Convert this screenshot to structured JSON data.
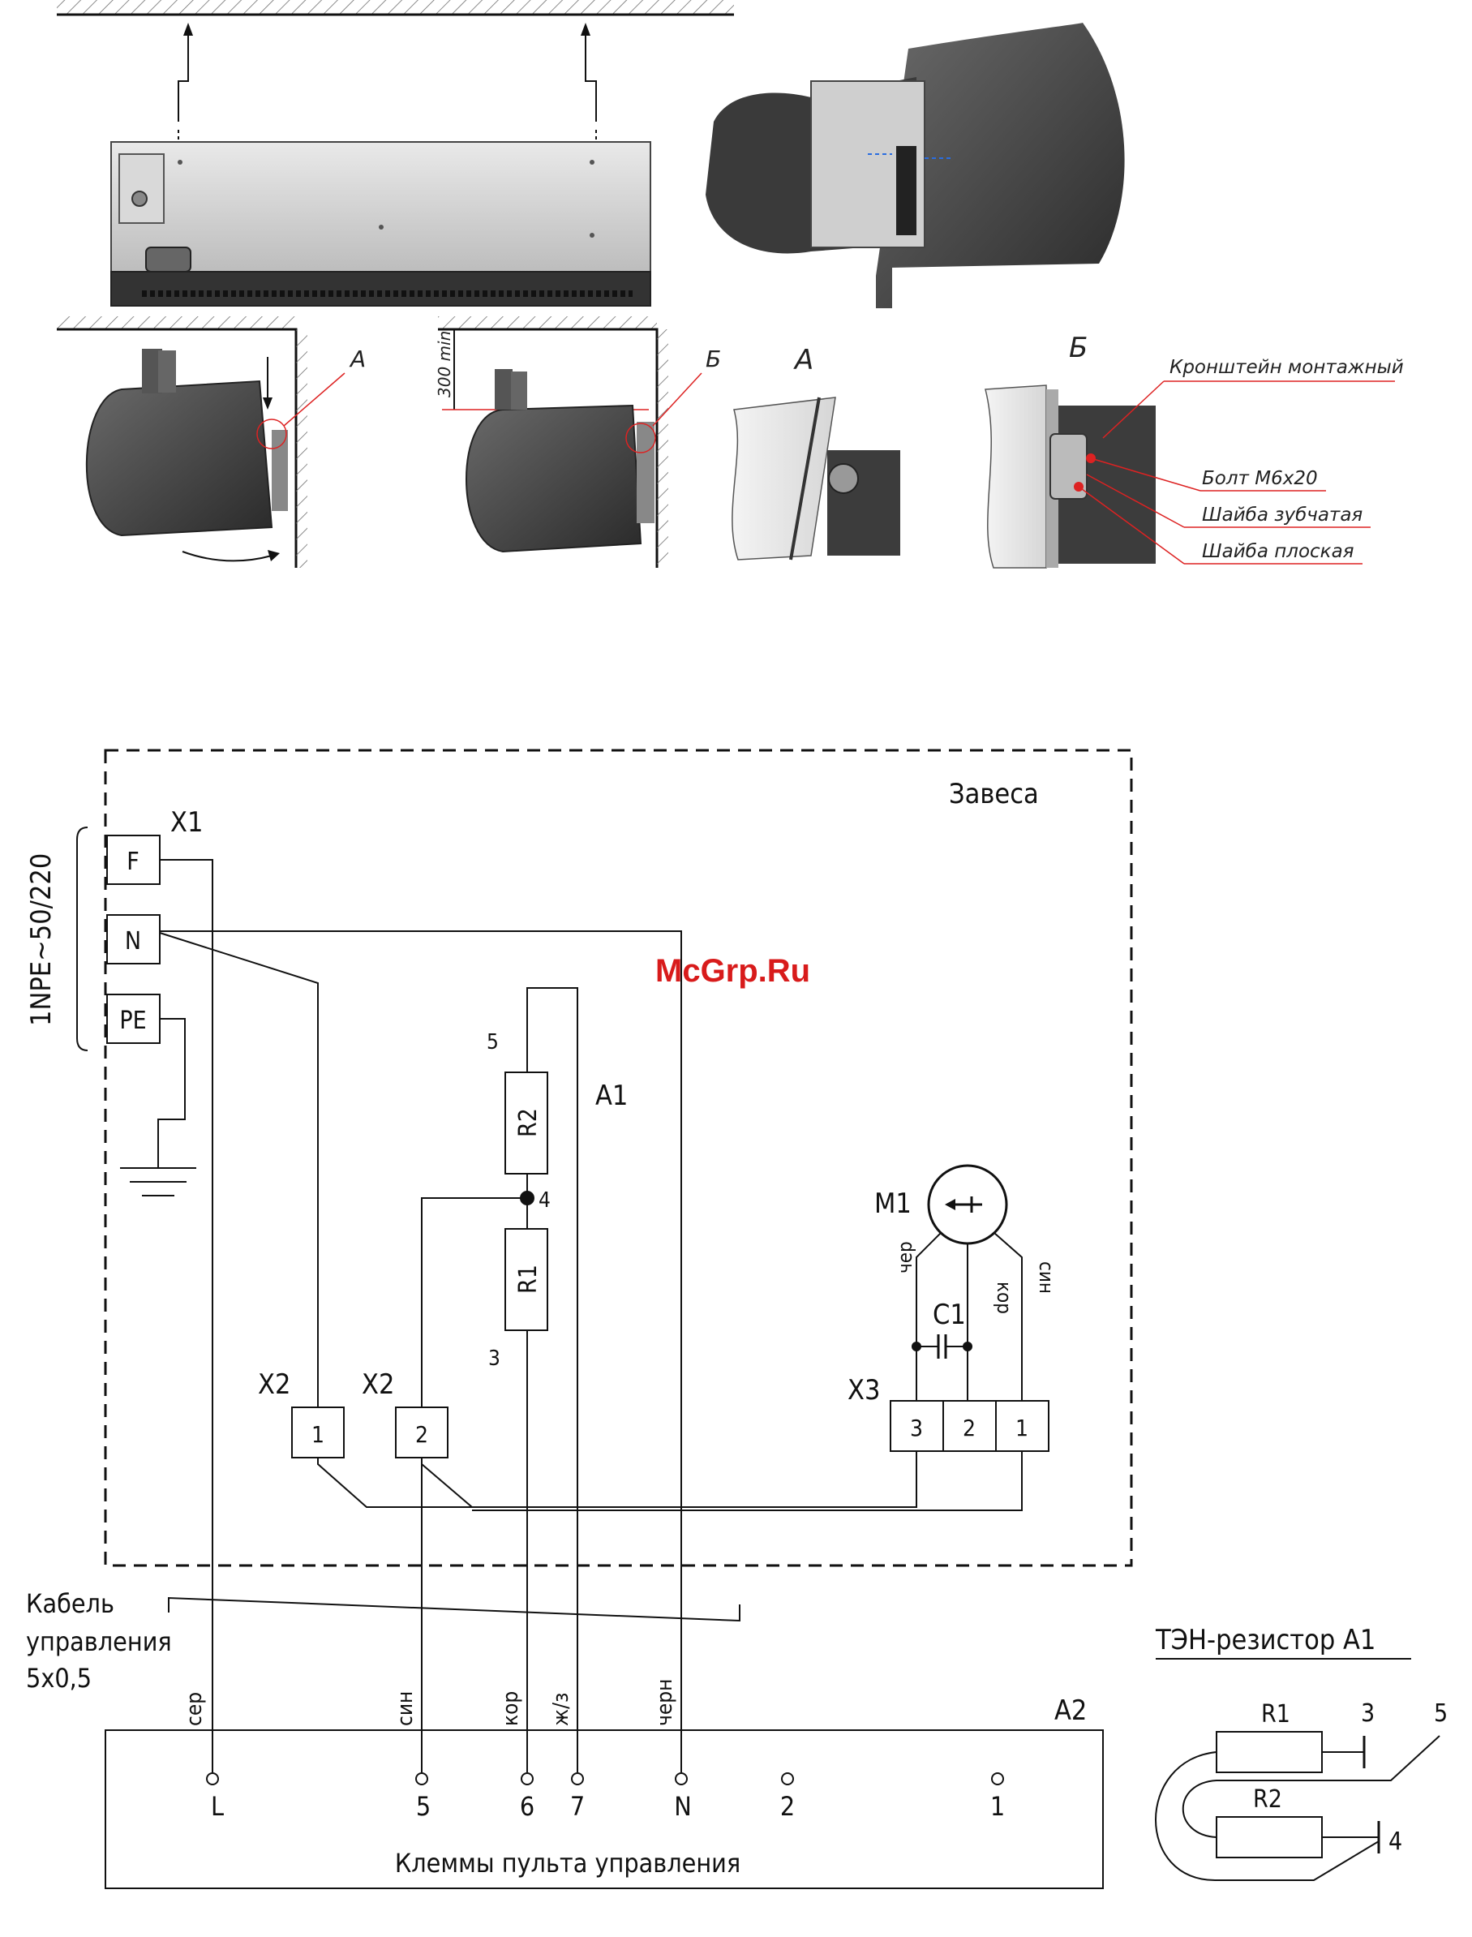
{
  "install": {
    "label_a": "А",
    "label_b": "Б",
    "detail_a_title": "А",
    "detail_b_title": "Б",
    "min_dim": "300 min",
    "callouts": [
      "Кронштейн монтажный",
      "Болт М6х20",
      "Шайба зубчатая",
      "Шайба плоская"
    ]
  },
  "watermark": "McGrp.Ru",
  "schematic": {
    "enclosure_label": "Завеса",
    "supply_label": "1NPE~50/220",
    "x1": {
      "label": "X1",
      "terminals": [
        "F",
        "N",
        "PE"
      ]
    },
    "x2a": {
      "label": "X2",
      "pin": "1"
    },
    "x2b": {
      "label": "X2",
      "pin": "2"
    },
    "a1": {
      "label": "A1",
      "r1": "R1",
      "r2": "R2",
      "node5": "5",
      "node4": "4",
      "node3": "3"
    },
    "m1": {
      "label": "M1",
      "wires": [
        "чер",
        "кор",
        "син"
      ]
    },
    "c1": {
      "label": "C1"
    },
    "x3": {
      "label": "X3",
      "pins": [
        "3",
        "2",
        "1"
      ]
    },
    "cable": [
      "Кабель",
      "управления",
      "5х0,5"
    ],
    "wire_colors": [
      "сер",
      "син",
      "кор",
      "ж/з",
      "черн"
    ],
    "a2": {
      "label": "A2",
      "terminals": [
        "L",
        "5",
        "6",
        "7",
        "N",
        "2",
        "1"
      ],
      "caption": "Клеммы пульта управления"
    },
    "resistor_detail": {
      "title": "ТЭН-резистор А1",
      "r1": "R1",
      "r2": "R2",
      "n3": "3",
      "n5": "5",
      "n4": "4"
    }
  }
}
